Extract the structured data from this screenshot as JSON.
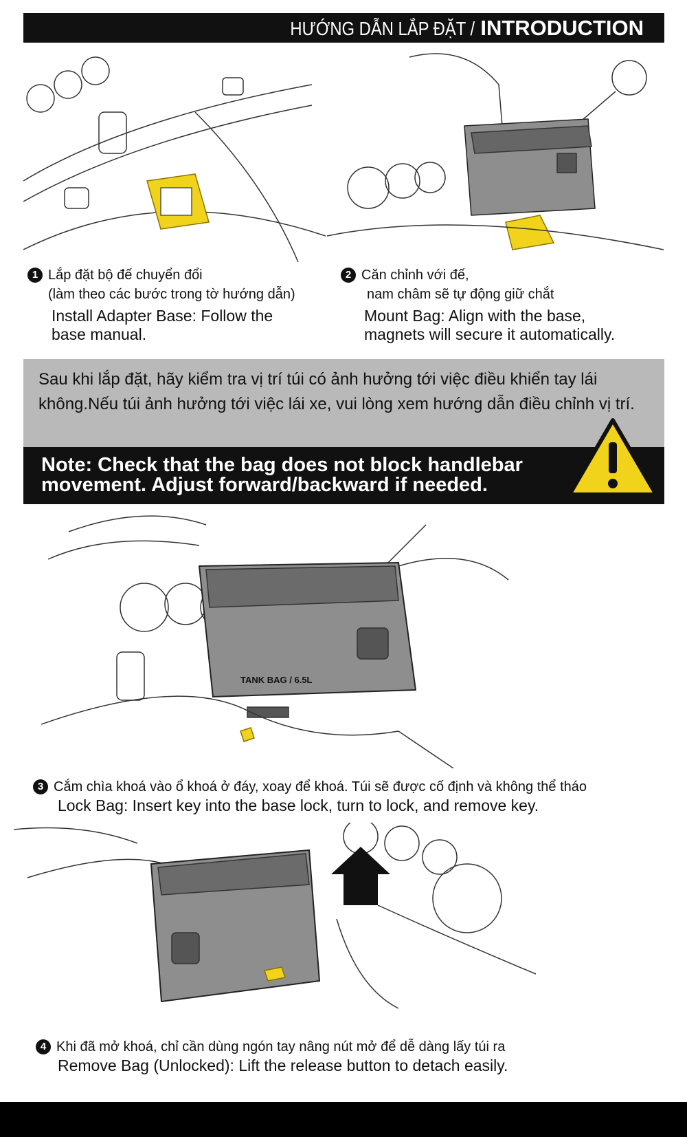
{
  "header": {
    "title_vi": "HƯỚNG DẪN LẮP ĐẶT /",
    "title_en": "INTRODUCTION"
  },
  "steps": [
    {
      "number": "1",
      "vi_line1": "Lắp đặt bộ đế chuyển đổi",
      "vi_line2": "(làm theo các bước trong tờ hướng dẫn)",
      "en_line1": "Install Adapter Base: Follow the",
      "en_line2": "base manual."
    },
    {
      "number": "2",
      "vi_line1": "Căn chỉnh với đế,",
      "vi_line2": "nam châm sẽ tự động giữ chắt",
      "en_line1": "Mount Bag: Align with the base,",
      "en_line2": "magnets will secure it automatically."
    },
    {
      "number": "3",
      "vi_line1": "Cắm chìa khoá vào ổ khoá ở đáy, xoay để khoá. Túi sẽ được cố định và không thể tháo",
      "en_line1": "Lock Bag: Insert key into the base lock, turn to lock, and remove key."
    },
    {
      "number": "4",
      "vi_line1": "Khi đã mở khoá, chỉ cần dùng ngón tay nâng nút mở để dễ dàng lấy túi ra",
      "en_line1": "Remove Bag (Unlocked): Lift the release button to detach easily."
    }
  ],
  "warning": {
    "vi": "Sau khi lắp đặt, hãy kiểm tra vị trí túi có ảnh hưởng tới việc điều khiển tay lái không.Nếu túi ảnh hưởng tới việc lái xe, vui lòng xem hướng dẫn điều chỉnh vị trí.",
    "en_line1": "Note: Check that the bag does not block handlebar",
    "en_line2": "movement. Adjust forward/backward if needed."
  },
  "bag_label": "TANK BAG / 6.5L",
  "colors": {
    "accent_yellow": "#f2d31b",
    "dark": "#111111",
    "grey_box": "#b9b9b9"
  }
}
